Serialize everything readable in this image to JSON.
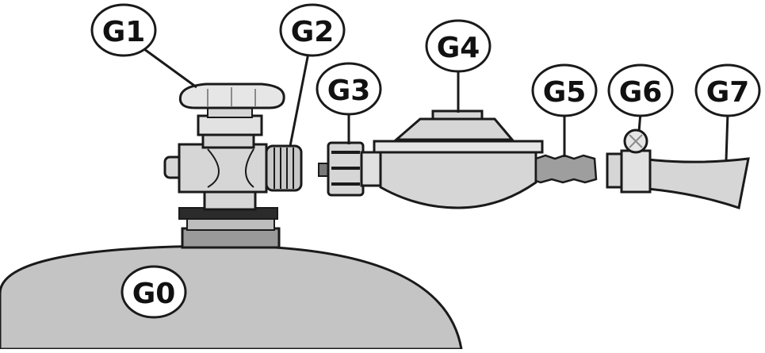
{
  "colors": {
    "outline": "#1a1a1a",
    "part_fill": "#d6d6d6",
    "part_light": "#e6e6e6",
    "part_dark": "#9a9a9a",
    "seal_dark": "#2b2b2b",
    "callout_fill": "#ffffff"
  },
  "labels": {
    "g0": "G0",
    "g1": "G1",
    "g2": "G2",
    "g3": "G3",
    "g4": "G4",
    "g5": "G5",
    "g6": "G6",
    "g7": "G7"
  }
}
